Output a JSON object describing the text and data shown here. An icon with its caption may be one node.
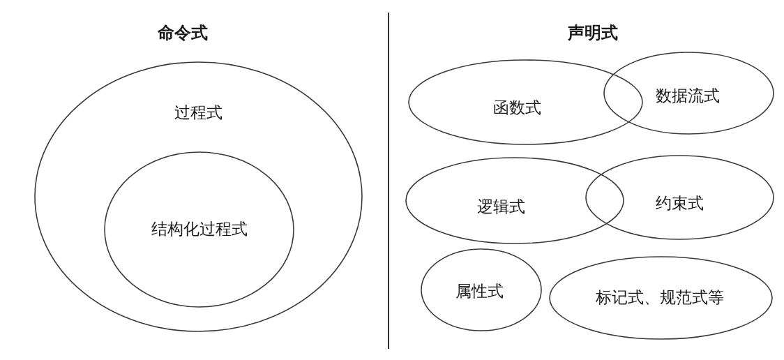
{
  "diagram": {
    "nodes": [
      {
        "text": [
          "过程式"
        ]
      },
      {
        "text": [
          "结构化过程式"
        ],
        "in": 0
      },
      {
        "text": [
          "函数式"
        ]
      },
      {
        "text": [
          "数据流式"
        ]
      },
      {
        "text": [
          "逻辑式"
        ]
      },
      {
        "text": [
          "约束式"
        ]
      },
      {
        "text": [
          "属性式"
        ]
      },
      {
        "text": [
          "标记式、规范式等"
        ]
      }
    ],
    "edges": [],
    "labels": [
      "命令式",
      "声明式"
    ]
  }
}
